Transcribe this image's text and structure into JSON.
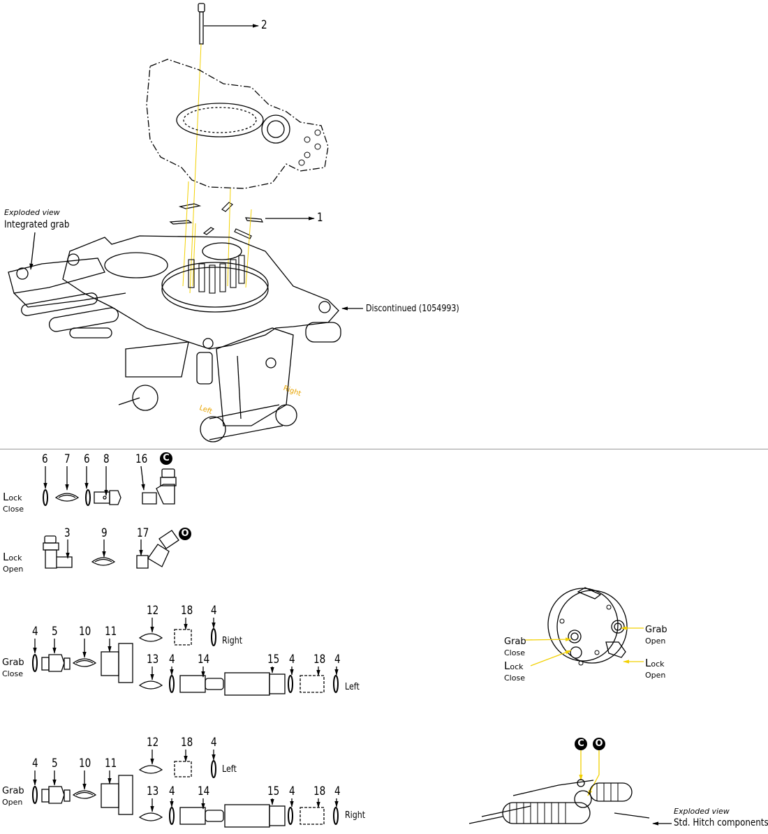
{
  "top_view": {
    "callout_2": "2",
    "callout_1": "1",
    "exploded_caption": "Exploded view",
    "title": "Integrated grab",
    "discontinued": "Discontinued (1054993)",
    "left": "Left",
    "right": "Right"
  },
  "lock_close": {
    "label_big": "L",
    "label_rest": "ock",
    "label_sub": "Close",
    "callouts": [
      "6",
      "7",
      "6",
      "8",
      "16"
    ],
    "badge": "C"
  },
  "lock_open": {
    "label_big": "L",
    "label_rest": "ock",
    "label_sub": "Open",
    "callouts": [
      "3",
      "9",
      "17"
    ],
    "badge": "O"
  },
  "grab_close": {
    "label": "Grab",
    "label_sub": "Close",
    "callouts_main": [
      "4",
      "5",
      "10",
      "11"
    ],
    "callouts_upper": [
      "12",
      "18",
      "4"
    ],
    "upper_side": "Right",
    "callouts_lower": [
      "13",
      "4",
      "14",
      "15",
      "4",
      "18",
      "4"
    ],
    "lower_side": "Left"
  },
  "grab_open": {
    "label": "Grab",
    "label_sub": "Open",
    "callouts_main": [
      "4",
      "5",
      "10",
      "11"
    ],
    "callouts_upper": [
      "12",
      "18",
      "4"
    ],
    "upper_side": "Left",
    "callouts_lower": [
      "13",
      "4",
      "14",
      "15",
      "4",
      "18",
      "4"
    ],
    "lower_side": "Right"
  },
  "port_view": {
    "grab_close": "Grab",
    "grab_close_sub": "Close",
    "lock_close_big": "L",
    "lock_close_rest": "ock",
    "lock_close_sub": "Close",
    "grab_open": "Grab",
    "grab_open_sub": "Open",
    "lock_open_big": "L",
    "lock_open_rest": "ock",
    "lock_open_sub": "Open"
  },
  "hitch_view": {
    "badge_c": "C",
    "badge_o": "O",
    "exploded_caption": "Exploded view",
    "title": "Std. Hitch components"
  },
  "colors": {
    "leader": "#f2d000",
    "orange_text": "#e8a400",
    "line": "#000000",
    "divider": "#9a9a9a"
  }
}
